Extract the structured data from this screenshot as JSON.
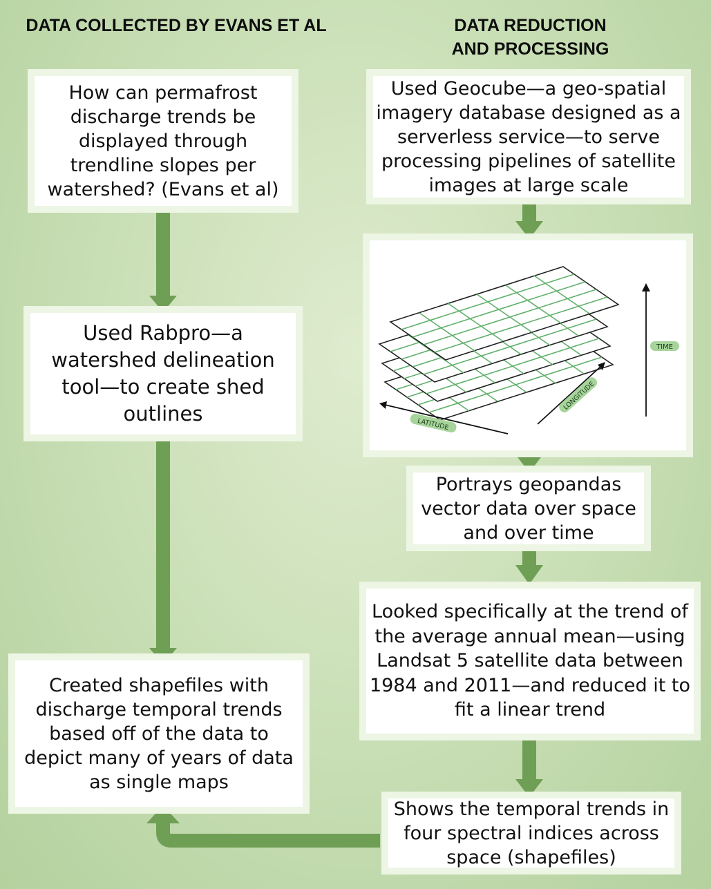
{
  "headings": {
    "left": "DATA COLLECTED BY EVANS ET AL",
    "right": "DATA REDUCTION\nAND PROCESSING"
  },
  "boxes": {
    "question": "How can permafrost discharge trends be displayed through trendline slopes per watershed? (Evans et al)",
    "rabpro": "Used Rabpro—a watershed delineation tool—to create shed outlines",
    "shapefiles": "Created shapefiles with discharge temporal trends based off of the data to depict many of years of data as single maps",
    "geocube": "Used Geocube—a geo-spatial imagery database designed as a serverless service—to serve processing pipelines of satellite images at large scale",
    "geopandas": "Portrays geopandas vector data over space and over time",
    "landsat": "Looked specifically at the trend of the average annual mean—using Landsat 5 satellite data between 1984 and 2011—and reduced it to fit a linear trend",
    "spectral": "Shows the temporal trends in four spectral indices across space (shapefiles)"
  },
  "cube_labels": {
    "time": "TIME",
    "longitude": "LONGITUDE",
    "latitude": "LATITUDE"
  },
  "colors": {
    "arrow": "#6f9f55",
    "grid": "#5fb06a",
    "label_pill": "#a6d49a"
  }
}
